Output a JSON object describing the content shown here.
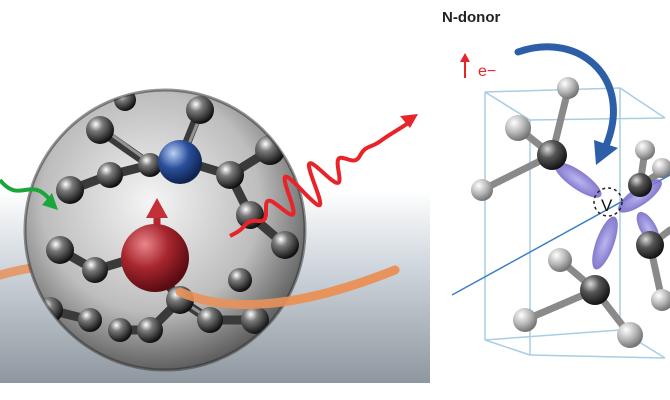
{
  "panels": {
    "left": {},
    "right": {
      "donor_label": "N-donor",
      "electron_label": "e−",
      "vacancy_label": "V"
    }
  },
  "colors": {
    "electron_arrow": "#e8232a",
    "donor_transfer_arrow": "#2d5fa8",
    "photon_wave": "#e8232a",
    "excitation_arrow": "#1aa63a",
    "spin_atom": "#a8262e",
    "nitrogen_atom": "#2b4f9c",
    "orbital_lobes": "#7a6fc6",
    "unit_cell": "#a9cde3",
    "axis_line": "#3f7fc6",
    "orange_path": "#e8925a"
  },
  "icons": {
    "electron_arrow": "up-arrow-icon",
    "transfer_arrow": "curved-arrow-icon"
  }
}
